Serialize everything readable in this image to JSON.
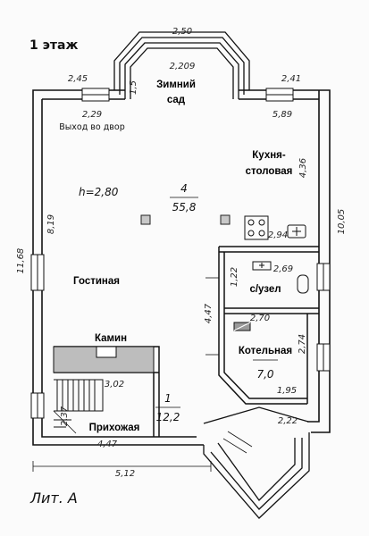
{
  "title": "1 этаж",
  "lit": "Лит. А",
  "height_label": "h=2,80",
  "rooms": {
    "garden_1": "Зимний",
    "garden_2": "сад",
    "kitchen_1": "Кухня-",
    "kitchen_2": "столовая",
    "living": "Гостиная",
    "bath": "с/узел",
    "boiler": "Котельная",
    "fireplace": "Камин",
    "hall": "Прихожая",
    "exit": "Выход во двор"
  },
  "room_numbers": {
    "n4": "4",
    "a4": "55,8",
    "n1": "1",
    "a1": "12,2",
    "a7": "7,0"
  },
  "dims": {
    "d250": "2,50",
    "d2209": "2,209",
    "d245": "2,45",
    "d15": "1,5",
    "d241": "2,41",
    "d229": "2,29",
    "d589": "5,89",
    "d436": "4,36",
    "d1005": "10,05",
    "d1168": "11,68",
    "d819": "8,19",
    "d294": "2,94",
    "d269": "2,69",
    "d122": "1,22",
    "d447v": "4,47",
    "d270": "2,70",
    "d274": "2,74",
    "d302": "3,02",
    "d195": "1,95",
    "d237": "2,37",
    "d222": "2,22",
    "d447h": "4,47",
    "d512": "5,12"
  }
}
